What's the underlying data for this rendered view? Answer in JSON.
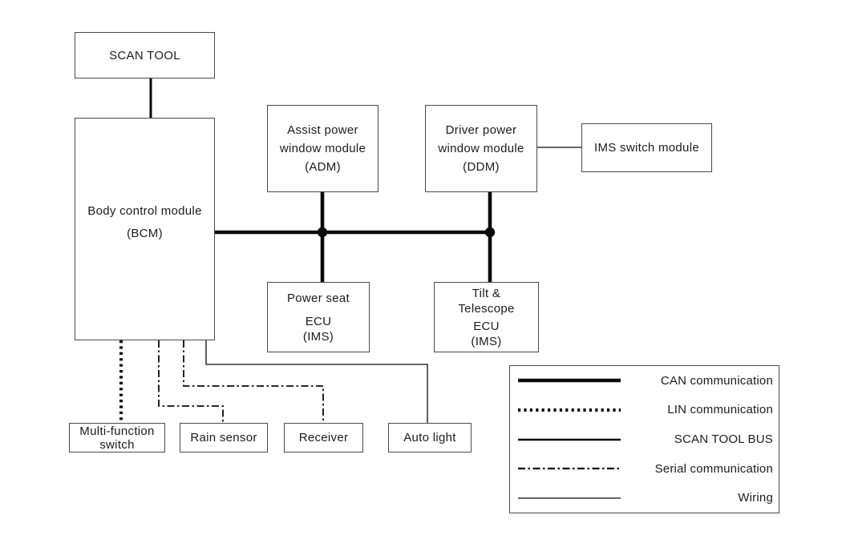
{
  "nodes": {
    "scan_tool": {
      "label": "SCAN TOOL"
    },
    "bcm": {
      "line1": "Body control module",
      "line2": "(BCM)"
    },
    "adm": {
      "line1": "Assist power",
      "line2": "window module",
      "line3": "(ADM)"
    },
    "ddm": {
      "line1": "Driver power",
      "line2": "window module",
      "line3": "(DDM)"
    },
    "ims_switch": {
      "label": "IMS switch module"
    },
    "power_seat": {
      "line1": "Power seat",
      "line2": "ECU",
      "line3": "(IMS)"
    },
    "tilt_telescope": {
      "line1": "Tilt &",
      "line2": "Telescope",
      "line3": "ECU",
      "line4": "(IMS)"
    },
    "multi_function": {
      "line1": "Multi-function",
      "line2": "switch"
    },
    "rain_sensor": {
      "label": "Rain sensor"
    },
    "receiver": {
      "label": "Receiver"
    },
    "auto_light": {
      "label": "Auto light"
    }
  },
  "legend": {
    "items": [
      {
        "style": "can",
        "label": "CAN communication"
      },
      {
        "style": "lin",
        "label": "LIN communication"
      },
      {
        "style": "scan",
        "label": "SCAN TOOL BUS"
      },
      {
        "style": "serial",
        "label": "Serial communication"
      },
      {
        "style": "wiring",
        "label": "Wiring"
      }
    ]
  },
  "colors": {
    "background": "#ffffff",
    "line": "#0a0a0a",
    "box_border": "#4a4a4a",
    "text": "#1c1c1c"
  }
}
